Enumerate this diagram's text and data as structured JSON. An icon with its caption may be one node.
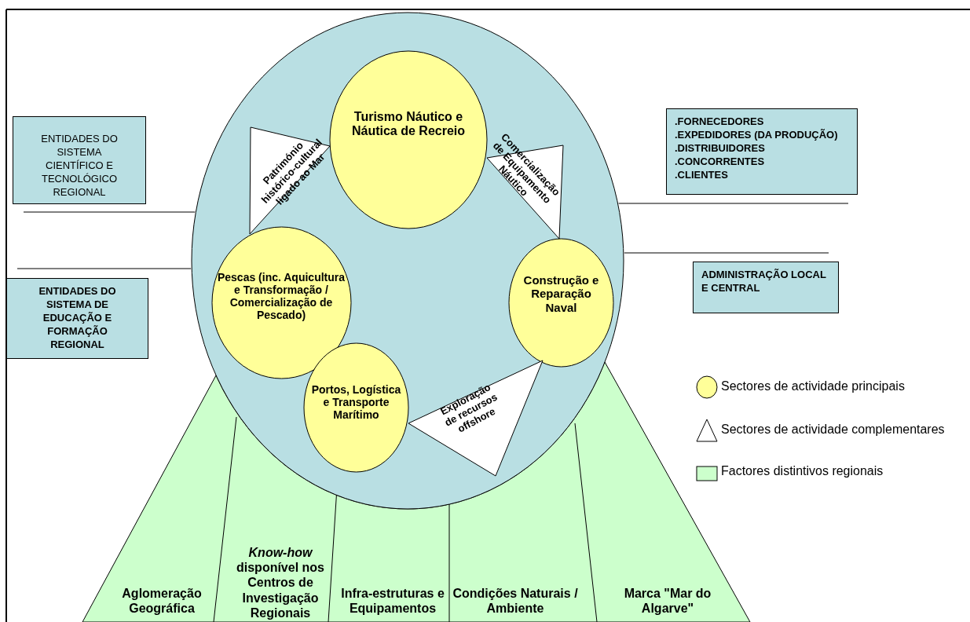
{
  "diagram": {
    "nodes": [
      {
        "text": [],
        "shape": "ellipse"
      },
      {
        "text": [
          "Turismo Náutico e Náutica de Recreio"
        ],
        "in": 0
      },
      {
        "text": [
          "Património histórico-cultural ligado ao Mar"
        ],
        "in": 0
      },
      {
        "text": [
          "Comercialização de Equipamento Náutico"
        ],
        "in": 0
      },
      {
        "text": [
          "Pescas (inc. Aquicultura e Transformação / Comercialização de Pescado)"
        ],
        "in": 0
      },
      {
        "text": [
          "Construção e Reparação Naval"
        ],
        "in": 0
      },
      {
        "text": [
          "Portos, Logística e Transporte Marítimo"
        ],
        "in": 0
      },
      {
        "text": [
          "Exploração de recursos offshore"
        ],
        "in": 0
      },
      {
        "text": [
          "ENTIDADES DO SISTEMA CIENTÍFICO E TECNOLÓGICO REGIONAL"
        ]
      },
      {
        "text": [
          "ENTIDADES DO SISTEMA DE EDUCAÇÃO E FORMAÇÃO REGIONAL"
        ]
      },
      {
        "text": [
          ".FORNECEDORES",
          ".EXPEDIDORES (DA PRODUÇÃO)",
          ".DISTRIBUIDORES",
          ".CONCORRENTES",
          ".CLIENTES"
        ]
      },
      {
        "text": [
          "ADMINISTRAÇÃO LOCAL E CENTRAL"
        ]
      },
      {
        "text": [],
        "shape": "band"
      },
      {
        "text": [
          "Aglomeração Geográfica"
        ],
        "in": 12
      },
      {
        "text": [
          "*Know-how* disponível nos Centros de Investigação Regionais"
        ],
        "in": 12
      },
      {
        "text": [
          "Infra-estruturas e Equipamentos"
        ],
        "in": 12
      },
      {
        "text": [
          "Condições Naturais / Ambiente"
        ],
        "in": 12
      },
      {
        "text": [
          "Marca \"Mar do Algarve\""
        ],
        "in": 12
      }
    ],
    "edges": [
      {
        "from": 8,
        "to": 0,
        "arrow": "none"
      },
      {
        "from": 9,
        "to": 0,
        "arrow": "none"
      },
      {
        "from": 10,
        "to": 0,
        "arrow": "none"
      },
      {
        "from": 11,
        "to": 0,
        "arrow": "none"
      }
    ],
    "legend": [
      {
        "text": "Sectores de actividade principais"
      },
      {
        "text": "Sectores de actividade complementares"
      },
      {
        "text": "Factores distintivos regionais",
        "color": "#ccffcc"
      }
    ]
  }
}
